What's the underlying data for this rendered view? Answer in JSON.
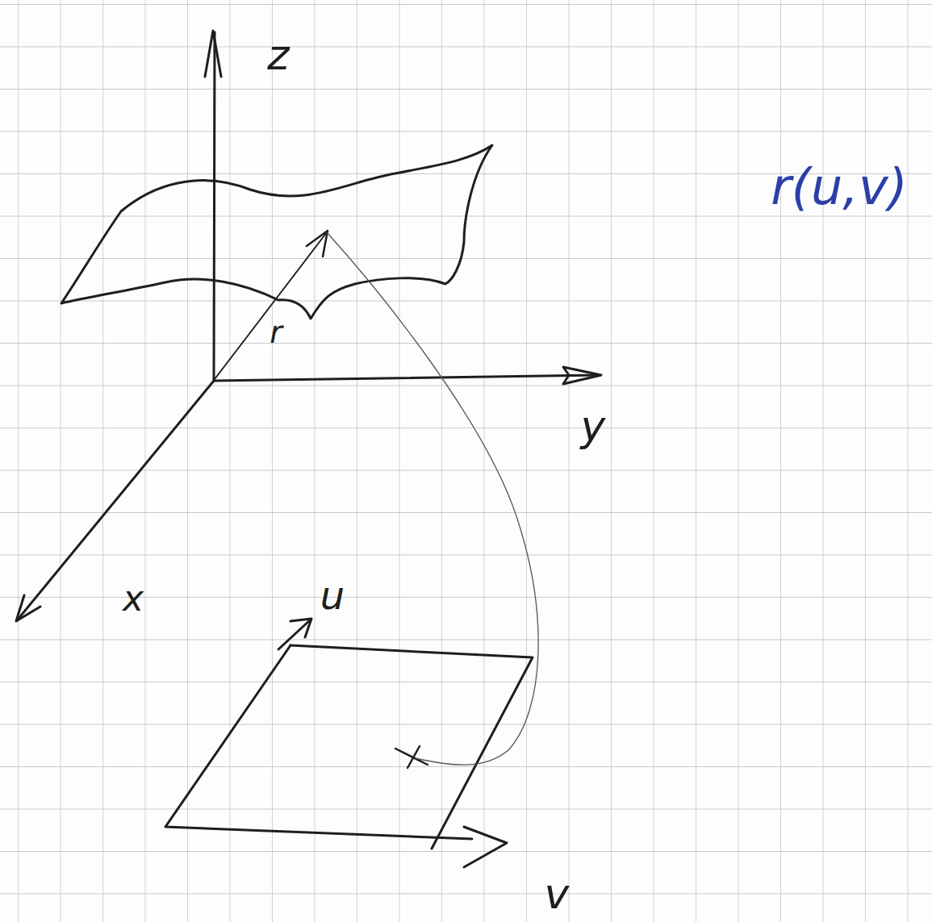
{
  "diagram": {
    "labels": [
      "z",
      "y",
      "x",
      "r",
      "u",
      "v",
      "r(u,v)"
    ]
  }
}
